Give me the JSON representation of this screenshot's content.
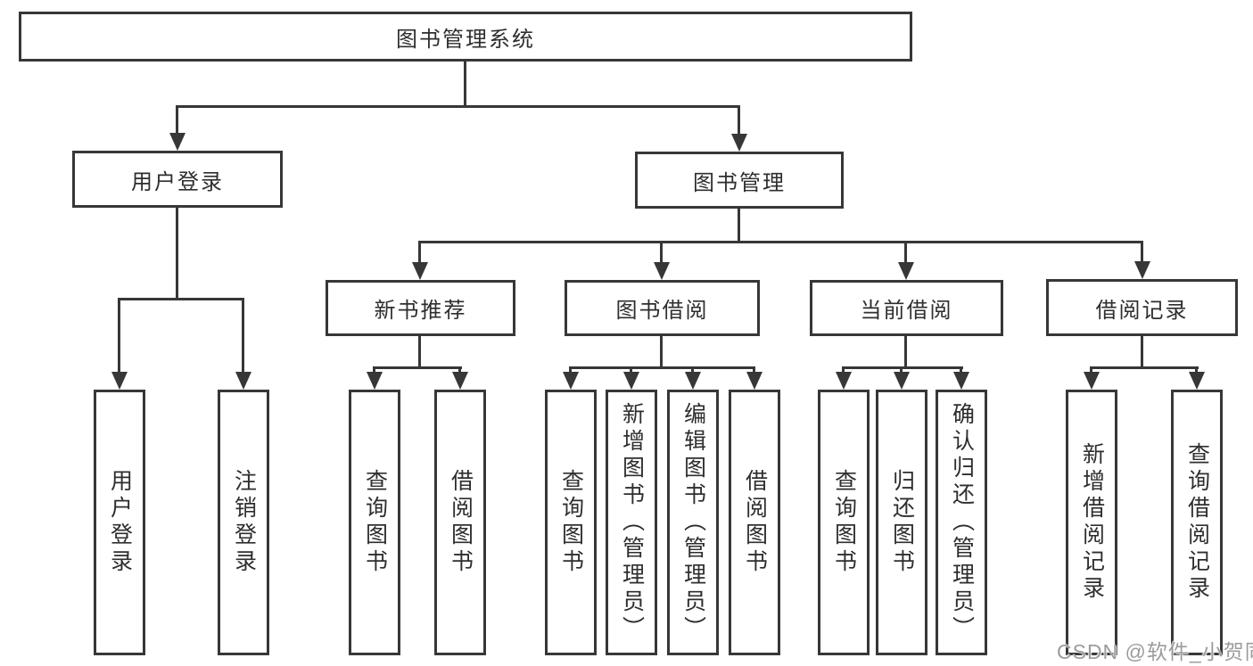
{
  "root": {
    "label": "图书管理系统"
  },
  "branches": [
    {
      "label": "用户登录",
      "leaves": [
        {
          "label": "用户登录"
        },
        {
          "label": "注销登录"
        }
      ]
    },
    {
      "label": "图书管理",
      "groups": [
        {
          "label": "新书推荐",
          "leaves": [
            {
              "label": "查询图书"
            },
            {
              "label": "借阅图书"
            }
          ]
        },
        {
          "label": "图书借阅",
          "leaves": [
            {
              "label": "查询图书"
            },
            {
              "label": "新增图书（管理员）"
            },
            {
              "label": "编辑图书（管理员）"
            },
            {
              "label": "借阅图书"
            }
          ]
        },
        {
          "label": "当前借阅",
          "leaves": [
            {
              "label": "查询图书"
            },
            {
              "label": "归还图书"
            },
            {
              "label": "确认归还（管理员）"
            }
          ]
        },
        {
          "label": "借阅记录",
          "leaves": [
            {
              "label": "新增借阅记录"
            },
            {
              "label": "查询借阅记录"
            }
          ]
        }
      ]
    }
  ],
  "watermark": {
    "text": "CSDN @软件_小贺同学"
  },
  "colors": {
    "line": "#373737",
    "text": "#2e2e2e",
    "background": "#ffffff",
    "watermark": "#9c9c9c"
  }
}
